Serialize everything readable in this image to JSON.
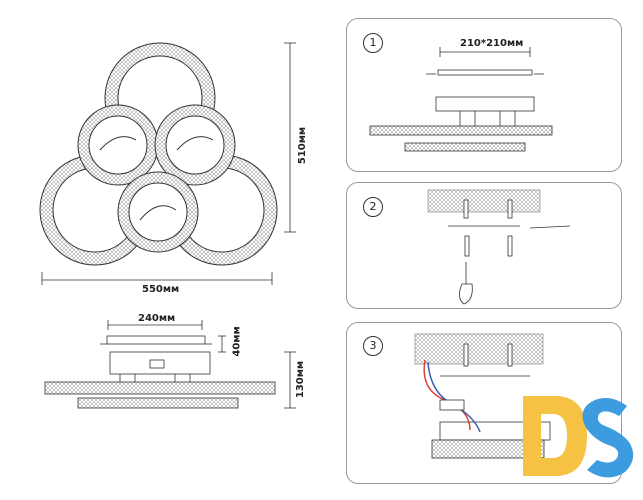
{
  "dimensions": {
    "width_label": "550мм",
    "height_label": "510мм",
    "mount_width_label": "240мм",
    "mount_height_label": "40мм",
    "total_height_label": "130мм"
  },
  "steps": [
    {
      "number": "1",
      "dimension_label": "210*210мм"
    },
    {
      "number": "2"
    },
    {
      "number": "3"
    }
  ],
  "colors": {
    "line": "#333333",
    "logo_yellow": "#f5c243",
    "logo_blue": "#3d9be0",
    "wire_red": "#d9463a",
    "wire_blue": "#3a5fb0"
  }
}
